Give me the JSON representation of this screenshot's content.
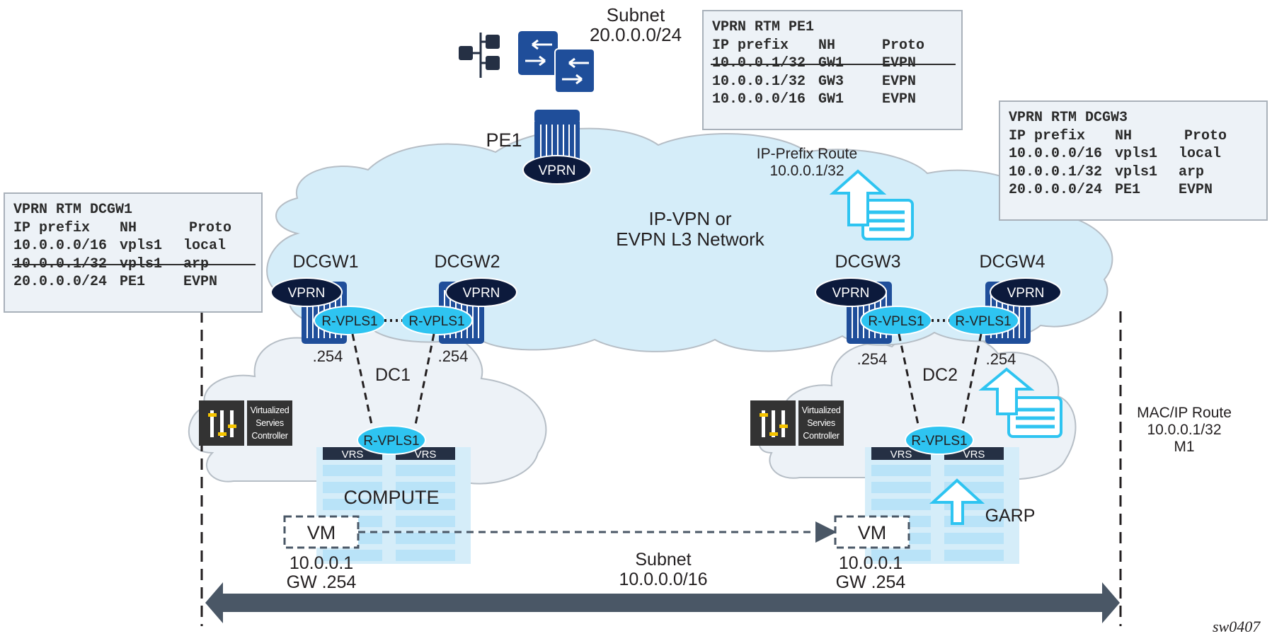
{
  "title": "VPRN route advertisement across DC gateways",
  "colors": {
    "cloud_main": "#d5edf9",
    "cloud_dc": "#edf2f7",
    "cloud_border": "#b6bec6",
    "router_blue": "#1f4e9a",
    "vprn_oval": "#0c1a3c",
    "rvpls_oval": "#2ec4f1",
    "vrs_header": "#253044",
    "compute_stripe": "#b9e3f8",
    "route_arrow": "#2ec4f1",
    "subnet_arrow": "#4a5766",
    "vsc_bg": "#333333",
    "vsc_knob": "#f5c400"
  },
  "top": {
    "subnet_label": "Subnet",
    "subnet_value": "20.0.0.0/24",
    "pe_label": "PE1",
    "pe_service": "VPRN"
  },
  "network": {
    "line1": "IP-VPN or",
    "line2": "EVPN L3 Network"
  },
  "ip_prefix_route": {
    "line1": "IP-Prefix Route",
    "line2": "10.0.0.1/32"
  },
  "mac_ip_route": {
    "line1": "MAC/IP Route",
    "line2": "10.0.0.1/32",
    "line3": "M1"
  },
  "gateways": [
    {
      "name": "DCGW1",
      "service": "VPRN",
      "rvpls": "R-VPLS1",
      "ip": ".254"
    },
    {
      "name": "DCGW2",
      "service": "VPRN",
      "rvpls": "R-VPLS1",
      "ip": ".254"
    },
    {
      "name": "DCGW3",
      "service": "VPRN",
      "rvpls": "R-VPLS1",
      "ip": ".254"
    },
    {
      "name": "DCGW4",
      "service": "VPRN",
      "rvpls": "R-VPLS1",
      "ip": ".254"
    }
  ],
  "datacenters": [
    {
      "name": "DC1",
      "rvpls": "R-VPLS1",
      "vrs": [
        "VRS",
        "VRS"
      ],
      "compute_label": "COMPUTE",
      "vm": "VM",
      "vm_ip": "10.0.0.1",
      "vm_gw": "GW .254"
    },
    {
      "name": "DC2",
      "rvpls": "R-VPLS1",
      "vrs": [
        "VRS",
        "VRS"
      ],
      "garp_label": "GARP",
      "vm": "VM",
      "vm_ip": "10.0.0.1",
      "vm_gw": "GW .254"
    }
  ],
  "vsc": {
    "line1": "Virtualized",
    "line2": "Servies",
    "line3": "Controller"
  },
  "bottom_subnet": {
    "label": "Subnet",
    "value": "10.0.0.0/16"
  },
  "rtm_tables": {
    "pe1": {
      "title": "VPRN RTM PE1",
      "headers": [
        "IP prefix",
        "NH",
        "Proto"
      ],
      "rows": [
        {
          "prefix": "10.0.0.1/32",
          "nh": "GW1",
          "proto": "EVPN",
          "withdrawn": true
        },
        {
          "prefix": "10.0.0.1/32",
          "nh": "GW3",
          "proto": "EVPN",
          "withdrawn": false
        },
        {
          "prefix": "10.0.0.0/16",
          "nh": "GW1",
          "proto": "EVPN",
          "withdrawn": false
        }
      ]
    },
    "dcgw1": {
      "title": "VPRN RTM DCGW1",
      "headers": [
        "IP prefix",
        "NH",
        "Proto"
      ],
      "rows": [
        {
          "prefix": "10.0.0.0/16",
          "nh": "vpls1",
          "proto": "local",
          "withdrawn": false
        },
        {
          "prefix": "10.0.0.1/32",
          "nh": "vpls1",
          "proto": "arp",
          "withdrawn": true
        },
        {
          "prefix": "20.0.0.0/24",
          "nh": "PE1",
          "proto": "EVPN",
          "withdrawn": false
        }
      ]
    },
    "dcgw3": {
      "title": "VPRN RTM DCGW3",
      "headers": [
        "IP prefix",
        "NH",
        "Proto"
      ],
      "rows": [
        {
          "prefix": "10.0.0.0/16",
          "nh": "vpls1",
          "proto": "local",
          "withdrawn": false
        },
        {
          "prefix": "10.0.0.1/32",
          "nh": "vpls1",
          "proto": "arp",
          "withdrawn": false
        },
        {
          "prefix": "20.0.0.0/24",
          "nh": "PE1",
          "proto": "EVPN",
          "withdrawn": false
        }
      ]
    }
  },
  "figure_id": "sw0407"
}
